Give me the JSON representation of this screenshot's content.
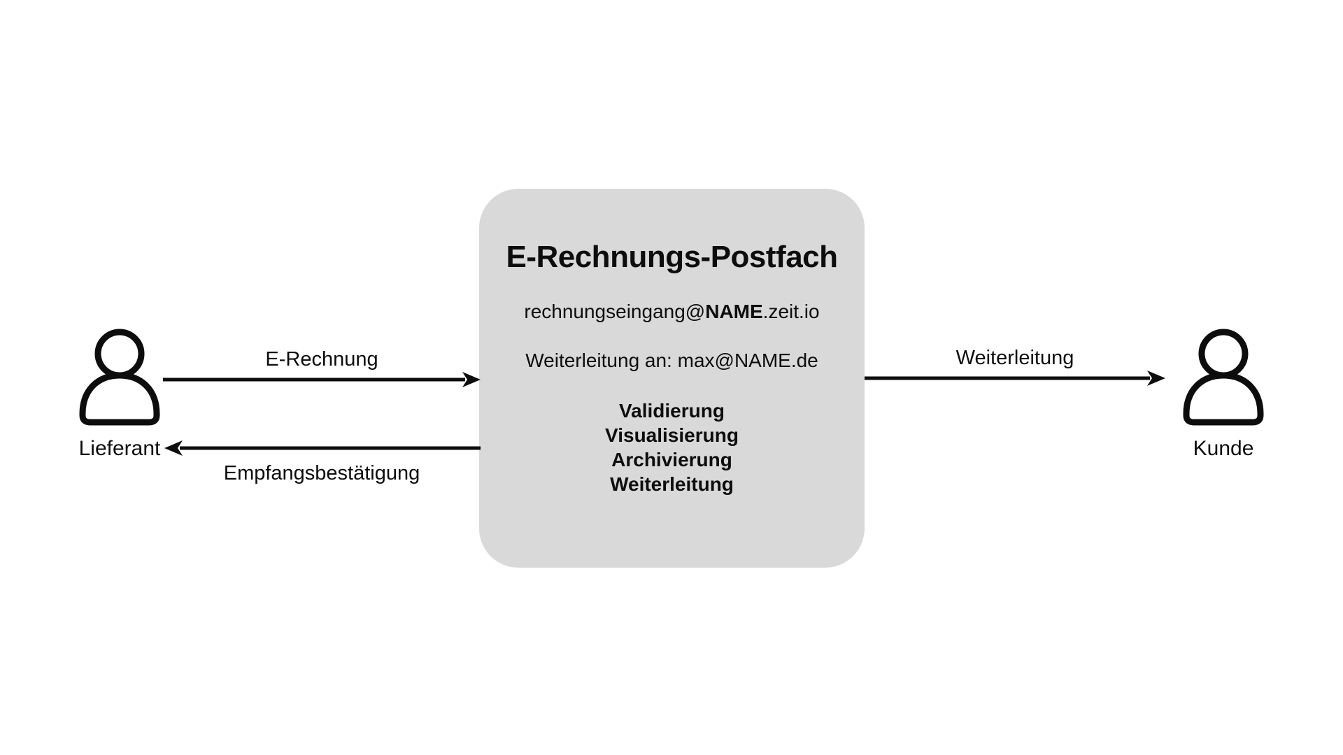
{
  "colors": {
    "background": "#ffffff",
    "box_fill": "#d9d9d9",
    "ink": "#0d0d0d"
  },
  "box": {
    "title": "E-Rechnungs-Postfach",
    "inbox_address": {
      "prefix": "rechnungseingang@",
      "bold_part": "NAME",
      "suffix": ".zeit.io"
    },
    "forwarding_line": "Weiterleitung an: max@NAME.de",
    "services": [
      "Validierung",
      "Visualisierung",
      "Archivierung",
      "Weiterleitung"
    ]
  },
  "actors": {
    "supplier": {
      "label": "Lieferant"
    },
    "customer": {
      "label": "Kunde"
    }
  },
  "arrows": {
    "to_inbox": {
      "label": "E-Rechnung",
      "direction": "right"
    },
    "confirmation": {
      "label": "Empfangsbestätigung",
      "direction": "left"
    },
    "forwarding": {
      "label": "Weiterleitung",
      "direction": "right"
    }
  }
}
